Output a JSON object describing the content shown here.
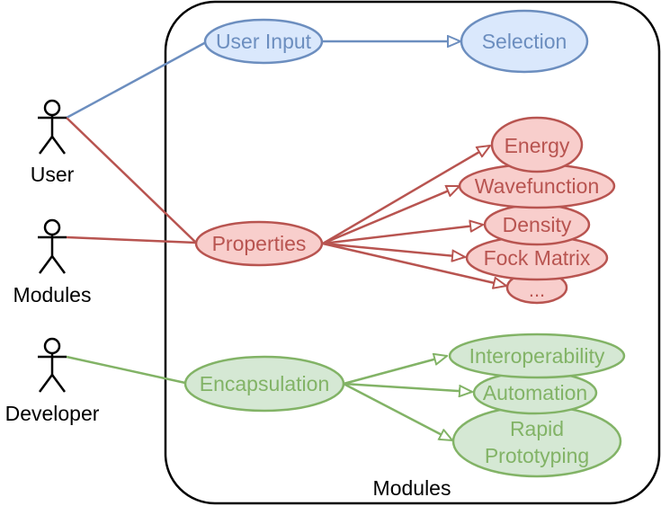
{
  "colors": {
    "blue_stroke": "#6c8ebf",
    "blue_fill": "#dae8fc",
    "red_stroke": "#b85450",
    "red_fill": "#f8cecc",
    "green_stroke": "#82b366",
    "green_fill": "#d5e8d4",
    "black": "#000000"
  },
  "boundary": {
    "label": "Modules"
  },
  "actors": [
    {
      "id": "user",
      "label": "User"
    },
    {
      "id": "modules",
      "label": "Modules"
    },
    {
      "id": "developer",
      "label": "Developer"
    }
  ],
  "use_cases": {
    "user_input": "User Input",
    "selection": "Selection",
    "properties": "Properties",
    "energy": "Energy",
    "wavefunction": "Wavefunction",
    "density": "Density",
    "fock_matrix": "Fock Matrix",
    "ellipsis": "...",
    "encapsulation": "Encapsulation",
    "interoperability": "Interoperability",
    "automation": "Automation",
    "rapid_prototyping_line1": "Rapid",
    "rapid_prototyping_line2": "Prototyping"
  }
}
